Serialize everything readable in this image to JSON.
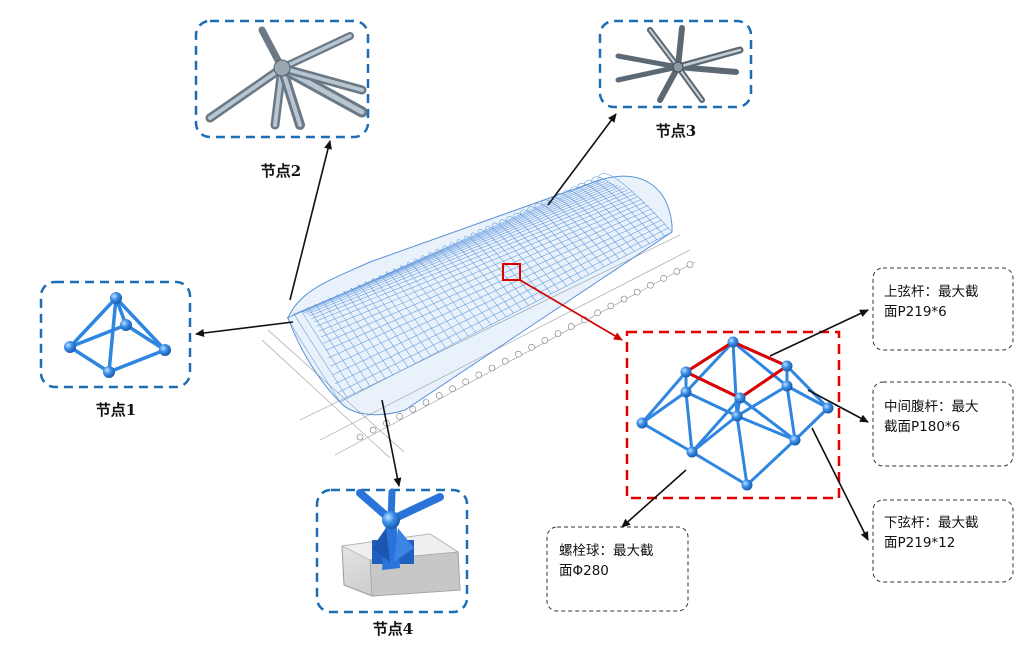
{
  "colors": {
    "frame_blue": "#1c6db5",
    "member_blue": "#2e86e0",
    "highlight_red": "#e00000",
    "arrow_black": "#111111",
    "arrow_red": "#d40000"
  },
  "nodes": [
    {
      "id": "node1",
      "label": "节点1",
      "icon": "pyramid-joint"
    },
    {
      "id": "node2",
      "label": "节点2",
      "icon": "multi-member-joint"
    },
    {
      "id": "node3",
      "label": "节点3",
      "icon": "multi-member-joint"
    },
    {
      "id": "node4",
      "label": "节点4",
      "icon": "base-support"
    }
  ],
  "notes": {
    "top_chord": "上弦杆：最大截\n面P219*6",
    "web": "中间腹杆：最大\n截面P180*6",
    "bottom_chord": "下弦杆：最大截\n面P219*12",
    "bolt_ball": "螺栓球：最大截\n面Φ280"
  }
}
